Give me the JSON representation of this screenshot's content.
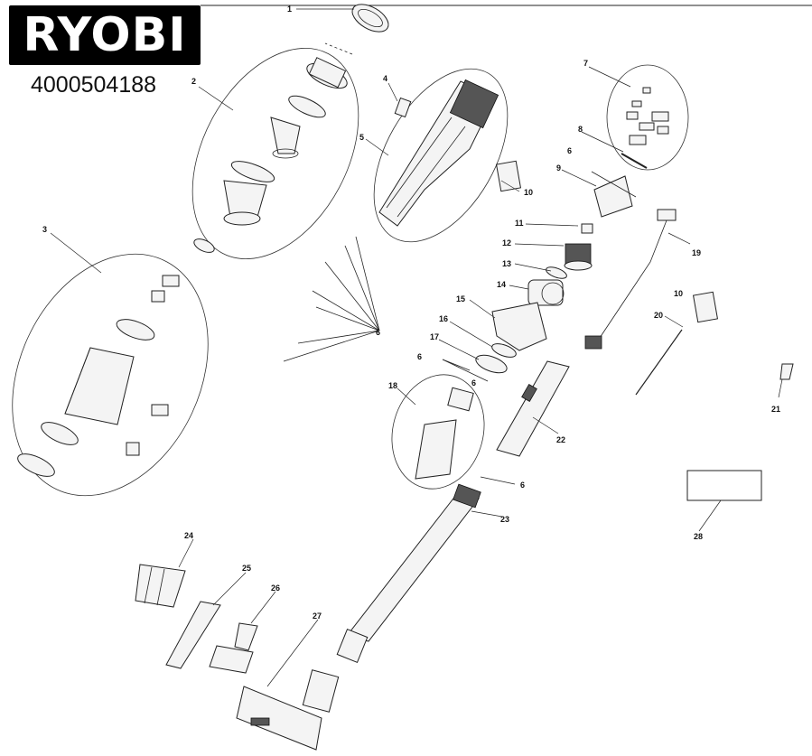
{
  "brand": {
    "logo_text": "RYOBI",
    "model_number": "4000504188"
  },
  "diagram": {
    "colors": {
      "line": "#222222",
      "fill": "#f4f4f4",
      "dark": "#555555",
      "logo_bg": "#000000"
    },
    "callouts": [
      "1",
      "2",
      "3",
      "4",
      "5",
      "6",
      "6",
      "6",
      "6",
      "6",
      "7",
      "8",
      "9",
      "10",
      "10",
      "11",
      "12",
      "13",
      "14",
      "15",
      "16",
      "17",
      "18",
      "19",
      "20",
      "21",
      "22",
      "23",
      "24",
      "25",
      "26",
      "27",
      "28"
    ]
  }
}
